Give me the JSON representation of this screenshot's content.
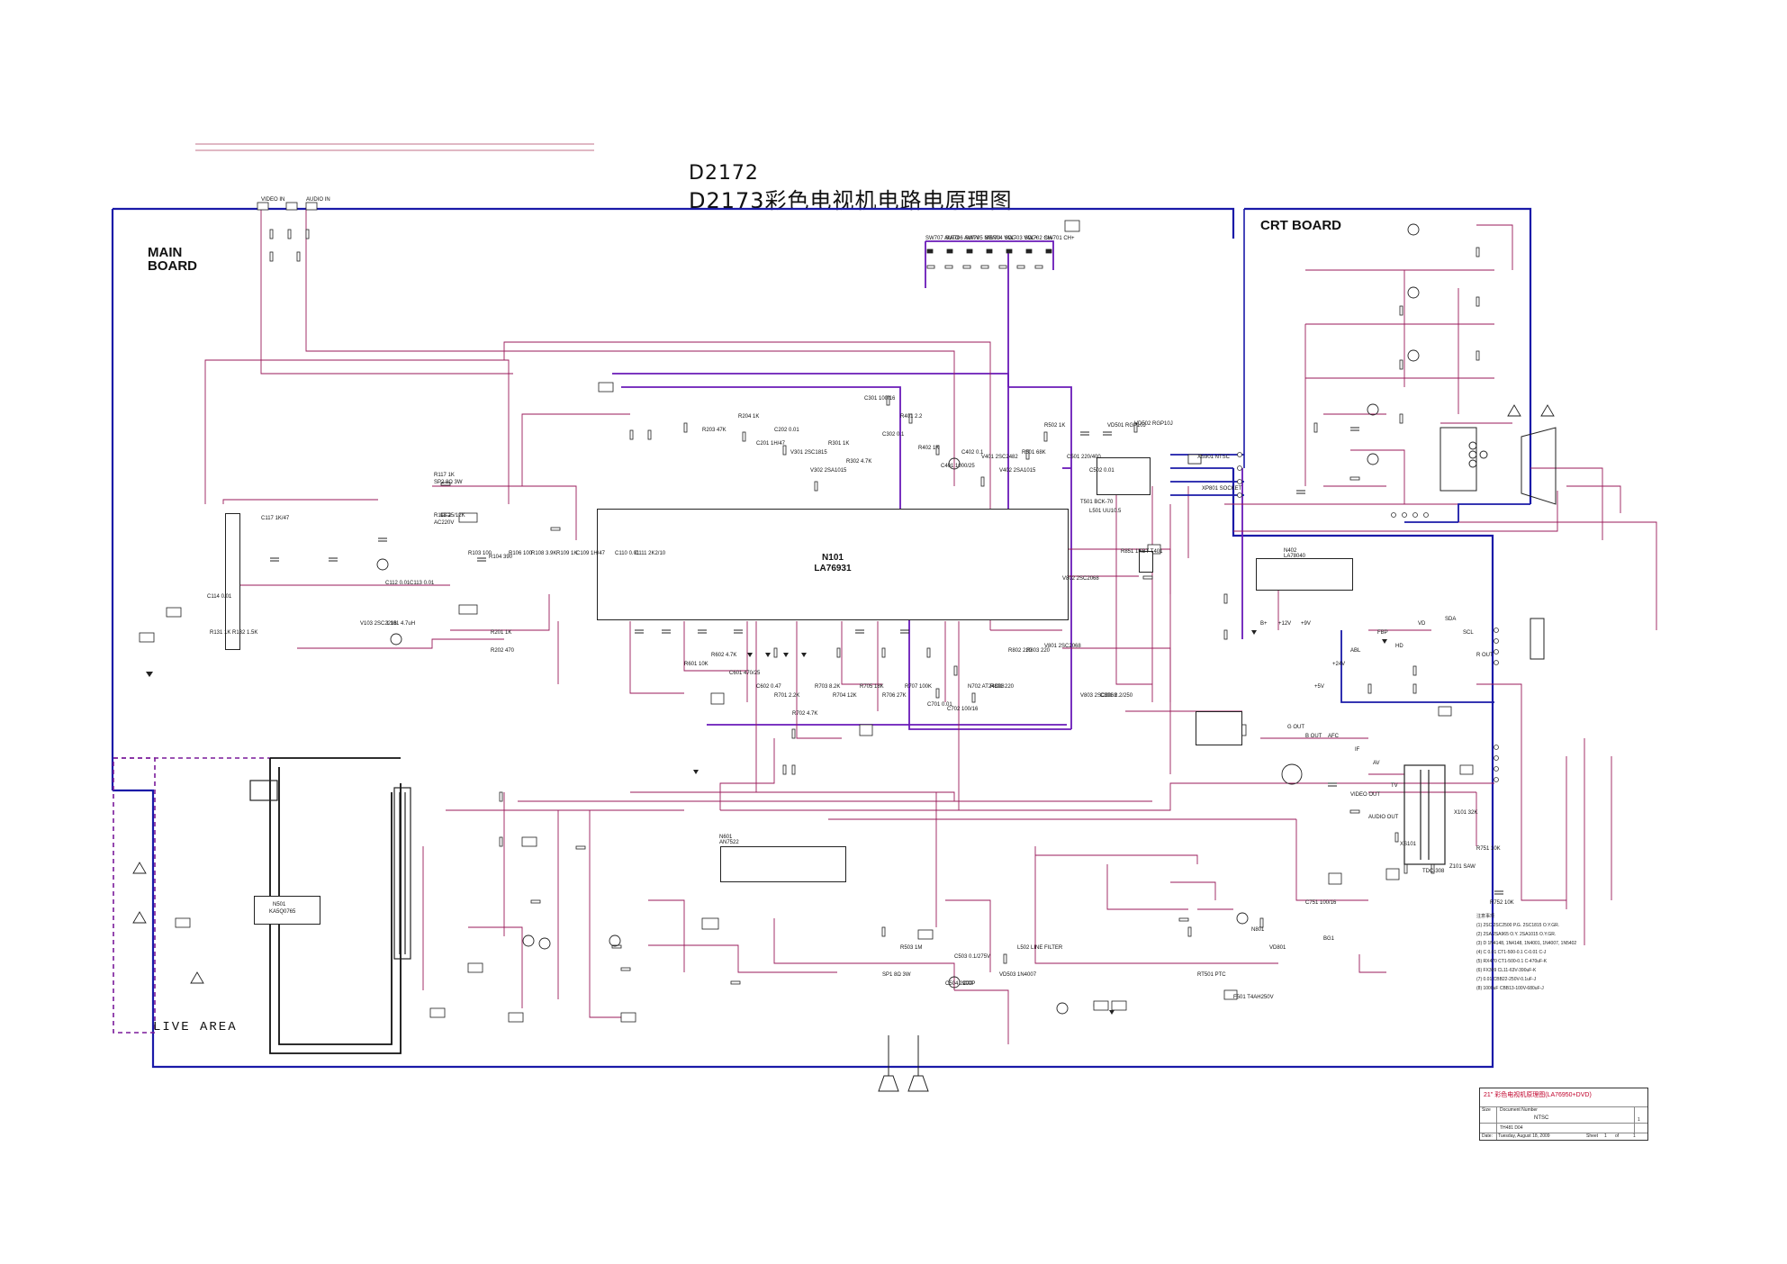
{
  "title": {
    "line1": "D2172",
    "line2": "D2173彩色电视机电路电原理图"
  },
  "boards": {
    "main": [
      "MAIN",
      "BOARD"
    ],
    "crt": "CRT BOARD",
    "live_area": "LIVE AREA"
  },
  "ics": {
    "n101": {
      "ref": "N101",
      "part": "LA76931"
    },
    "n402": {
      "ref": "N402",
      "part": "LA78040"
    },
    "n501": {
      "ref": "N501",
      "part": "KA5Q0765"
    },
    "n601": {
      "ref": "N601",
      "part": "AN7522"
    }
  },
  "jacks": {
    "video_in": "VIDEO IN",
    "audio_in": "AUDIO IN"
  },
  "keys": [
    "SW707 AUTO",
    "SW706 AV/TV",
    "SW705 MENU",
    "SW704 VOL-",
    "SW703 VOL+",
    "SW702 CH-",
    "SW701 CH+"
  ],
  "labels": [
    "R117 1K",
    "R118 25/12K",
    "C117 1K/47",
    "R103 100",
    "R104 390",
    "R106 100",
    "R108 3.9K",
    "R109 1K",
    "C109 1H/47",
    "C110 0.01",
    "C111 2K2/10",
    "C112 0.01",
    "C113 0.01",
    "C114 0.01",
    "R131 1K",
    "R132 1.5K",
    "V103 2SC2216",
    "L101 4.7uH",
    "R201 1K",
    "R202 470",
    "R203 47K",
    "R204 1K",
    "C201 1H/47",
    "C202 0.01",
    "V301 2SC1815",
    "V302 2SA1015",
    "R301 1K",
    "R302 4.7K",
    "C301 100/16",
    "C302 0.1",
    "R401 2.2",
    "R402 1K",
    "C401 1000/25",
    "C402 0.1",
    "V401 2SC2482",
    "V402 2SA1015",
    "R501 68K",
    "R502 1K",
    "C501 220/400",
    "C502 0.01",
    "VD501 RGP10J",
    "VD502 RGP10J",
    "T501 BCK-70",
    "L501 UU10.5",
    "R601 10K",
    "R602 4.7K",
    "C601 470/25",
    "C602 0.47",
    "R701 2.2K",
    "R702 4.7K",
    "R703 8.2K",
    "R704 12K",
    "R705 18K",
    "R706 27K",
    "R707 100K",
    "C701 0.01",
    "C702 100/16",
    "N702 AT24C08",
    "R801 220",
    "R802 220",
    "R803 220",
    "V801 2SC2068",
    "V802 2SC2068",
    "V803 2SC2068",
    "C801 2.2/250",
    "R851 1K",
    "FBT T401",
    "XS901 NTSC",
    "XP801 SOCKET",
    "B+",
    "+12V",
    "+9V",
    "+5V",
    "+24V",
    "ABL",
    "FBP",
    "HD",
    "VD",
    "SDA",
    "SCL",
    "R OUT",
    "G OUT",
    "B OUT",
    "AFC",
    "IF",
    "AV",
    "TV",
    "VIDEO OUT",
    "AUDIO OUT",
    "XS101",
    "TDC-308",
    "Z101 SAW",
    "X101 32K",
    "R751 10K",
    "R752 10K",
    "C751 100/16",
    "BG1",
    "N801",
    "VD801",
    "F501 T4AH250V",
    "RT501 PTC",
    "L502 LINE FILTER",
    "VD503 1N4007",
    "C503 0.1/275V",
    "C504 2200P",
    "R503 1M",
    "SP1 8Ω 3W",
    "SP2 8Ω 3W",
    "AC220V"
  ],
  "notes": {
    "heading": "注意事项",
    "items": [
      "(1) 2SC 2SC2500 P.G. 2SC1815 O.Y.GR.",
      "(2) 2SA 2SA965 O.Y. 2SA1015 O.Y.GR.",
      "(3) D 1N4148, 1N4148, 1N4001, 1N4007, 1N5402",
      "(4) C 0.01 CT1-500-0.1 C-0.01 C-J",
      "(5) RX470 CT1-500-0.1 C-470uF-K",
      "(6) FX309 CL11-63V-390uF-K",
      "(7) 0.01 CBB22-250V-0.1uF-J",
      "(8) 1000uF CBB13-100V-680uF-J"
    ]
  },
  "title_block": {
    "title": "21\" 彩色电视机原理图(LA76950+DVD)",
    "size": "Size",
    "doc": "Document Number",
    "standard": "NTSC",
    "checker": "TH481 D04",
    "date_label": "Date:",
    "date": "Tuesday, August 18, 2009",
    "sheet_label": "Sheet",
    "sheet": "1",
    "of": "of",
    "of_val": "1",
    "rev": "1"
  },
  "colors": {
    "wire": "#9a1a5a",
    "wire_blue": "#1a1aa8",
    "wire_purple": "#6a1ab8",
    "ink": "#111111",
    "title_red": "#c0002a"
  }
}
